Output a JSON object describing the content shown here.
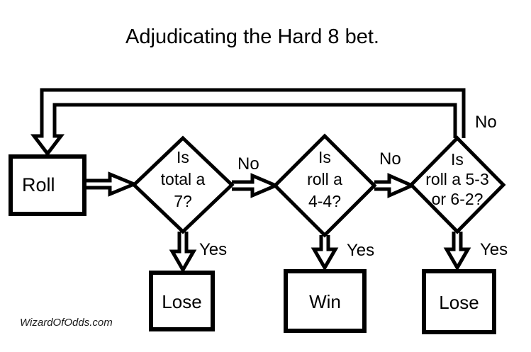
{
  "title": "Adjudicating the Hard 8 bet.",
  "watermark": "WizardOfOdds.com",
  "colors": {
    "ink": "#000000",
    "background": "#ffffff"
  },
  "nodes": {
    "roll": {
      "label": "Roll"
    },
    "is_total_7": {
      "line1": "Is",
      "line2": "total a",
      "line3": "7?"
    },
    "is_roll_44": {
      "line1": "Is",
      "line2": "roll a",
      "line3": "4-4?"
    },
    "is_roll_53_62": {
      "line1": "Is",
      "line2": "roll a 5-3",
      "line3": "or 6-2?"
    },
    "lose_on_7": {
      "label": "Lose"
    },
    "win_on_44": {
      "label": "Win"
    },
    "lose_on_53_62": {
      "label": "Lose"
    }
  },
  "edge_labels": {
    "total7_no": "No",
    "total7_yes": "Yes",
    "roll44_no": "No",
    "roll44_yes": "Yes",
    "roll5362_no": "No",
    "roll5362_yes": "Yes"
  }
}
